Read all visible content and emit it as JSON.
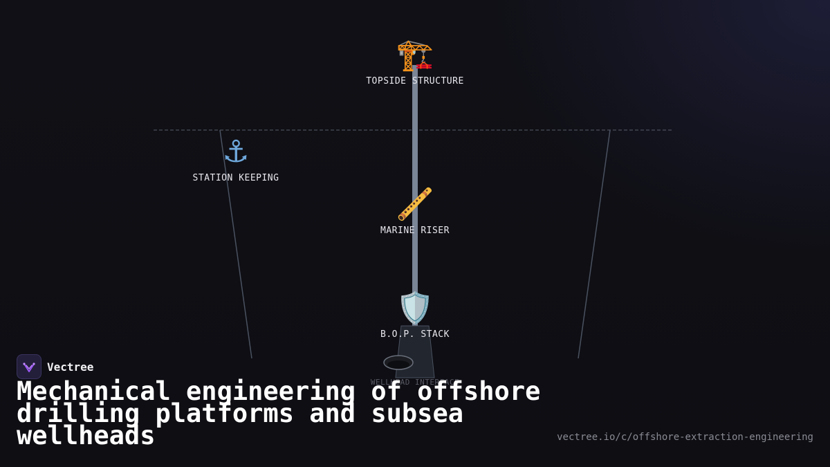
{
  "diagram": {
    "nodes": {
      "topside": {
        "icon": "construction-crane-icon",
        "glyph": "🏗️",
        "label": "TOPSIDE STRUCTURE"
      },
      "station_keeping": {
        "icon": "anchor-icon",
        "glyph": "⚓",
        "label": "STATION KEEPING"
      },
      "marine_riser": {
        "icon": "pipe-icon",
        "glyph": "🪈",
        "label": "MARINE RISER"
      },
      "bop_stack": {
        "icon": "shield-icon",
        "glyph": "🛡️",
        "label": "B.O.P. STACK"
      },
      "wellhead": {
        "icon": "wellhead-icon",
        "label": "WELLHEAD INTERFACE"
      }
    },
    "colors": {
      "riser": "#7a8596",
      "mooring_lines": "#4a5260",
      "waterline": "#5a5f6a",
      "bop_body": "#22262e"
    }
  },
  "brand": {
    "name": "Vectree",
    "accent": "#9b59f5"
  },
  "headline": "Mechanical engineering of offshore drilling platforms and subsea wellheads",
  "url": "vectree.io/c/offshore-extraction-engineering"
}
